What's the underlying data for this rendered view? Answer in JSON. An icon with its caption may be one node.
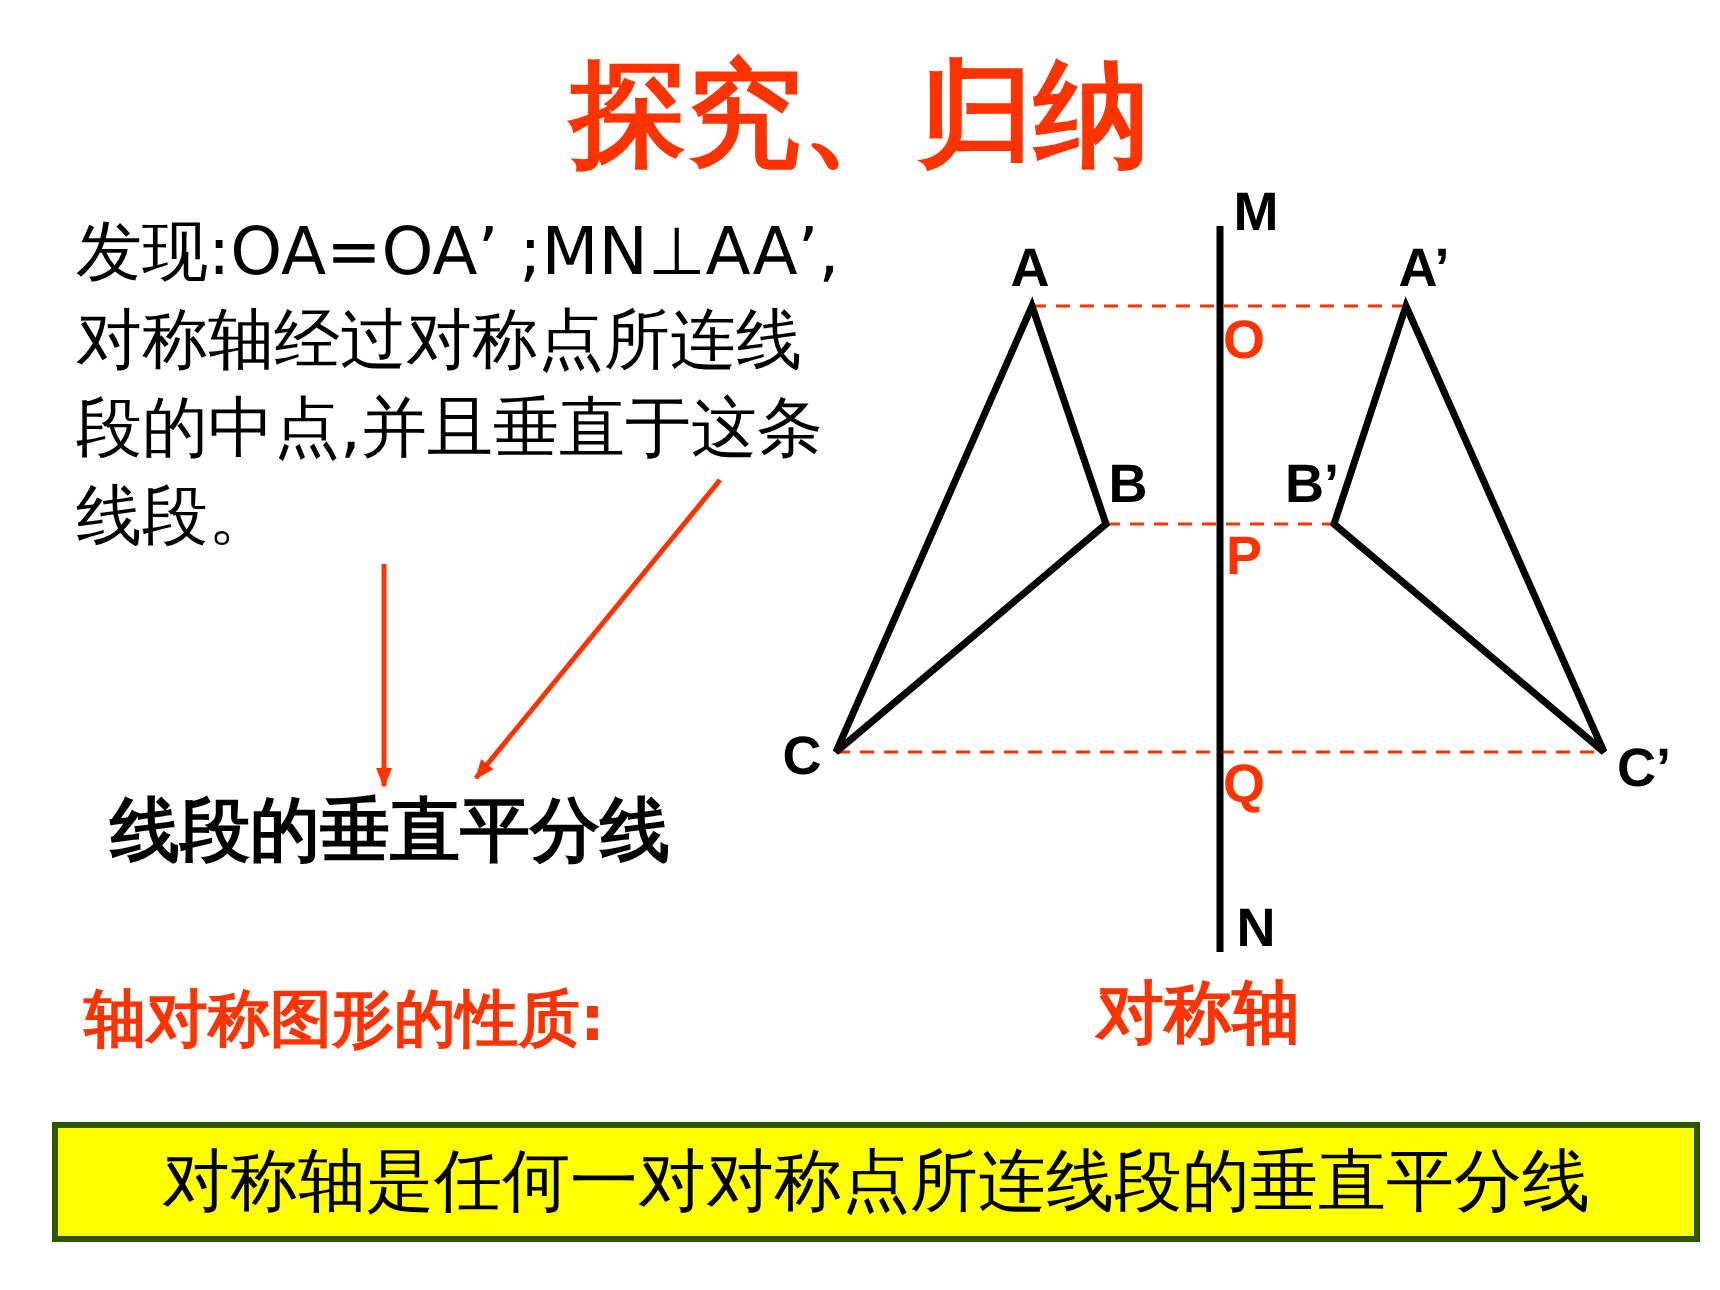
{
  "diagram": {
    "title": "探究、归纳",
    "nodes": [
      {
        "text": [
          "发现:OA=OA’ ;MN⊥AA’,对称轴经过对称点所连线段的中点,并且垂直于这条线段。"
        ]
      },
      {
        "text": [
          "线段的垂直平分线"
        ]
      },
      {
        "text": [
          "对称轴是任何一对对称点所连线段的垂直平分线"
        ]
      }
    ],
    "edges": [
      {
        "from": 0,
        "to": 1,
        "arrow": "to",
        "color": "#ff3300"
      },
      {
        "from": 0,
        "to": 1,
        "arrow": "to",
        "color": "#ff3300"
      }
    ],
    "labels": [
      "M",
      "A",
      "A’",
      "O",
      "B",
      "B’",
      "P",
      "C",
      "C’",
      "Q",
      "N",
      "轴对称图形的性质:",
      "对称轴"
    ]
  }
}
